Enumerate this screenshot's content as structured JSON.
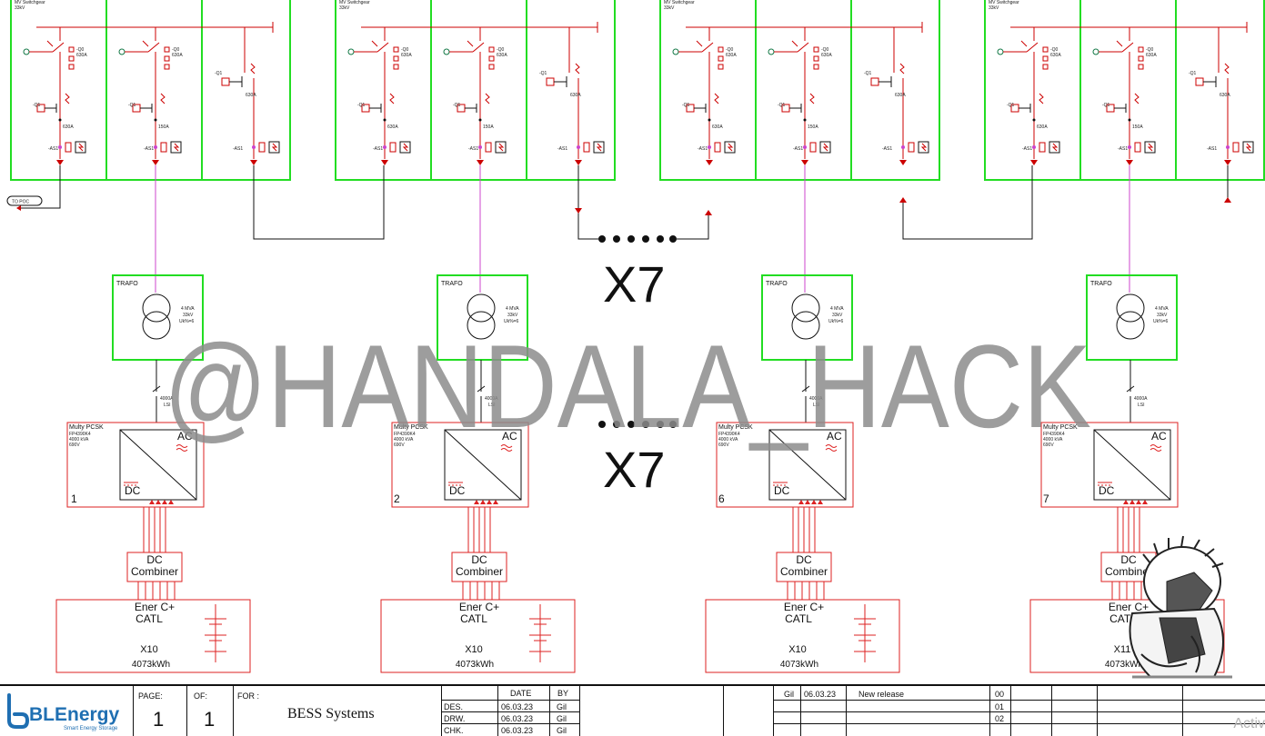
{
  "switchgear": {
    "label": "MV Switchgear",
    "voltage": "33kV",
    "breaker_tag": "-Q0",
    "breaker_rating": "630A",
    "disconnector_tag": "-Q1",
    "feeder_rating_main": "630A",
    "feeder_rating_trafo": "150A",
    "surge_tag": "-AS1"
  },
  "poc_label": "TO POC",
  "trafo": {
    "label": "TRAFO",
    "rating": "4 MVA",
    "voltage": "33kV",
    "uk": "Uk%=6"
  },
  "lv_breaker": {
    "rating": "4000A",
    "protection": "LSI"
  },
  "pcsk": {
    "title": "Multy PCSK",
    "model": "FP4390K4",
    "power": "4000 kVA",
    "voltage": "690V",
    "ac": "AC",
    "dc": "DC"
  },
  "dc_combiner": {
    "line1": "DC",
    "line2": "Combiner"
  },
  "battery": {
    "line1": "Ener C+",
    "line2": "CATL",
    "capacity": "4073kWh"
  },
  "units": [
    {
      "number": "1",
      "multiplier": "X10"
    },
    {
      "number": "2",
      "multiplier": "X10"
    },
    {
      "number": "6",
      "multiplier": "X10"
    },
    {
      "number": "7",
      "multiplier": "X11"
    }
  ],
  "repeat_marker": "X7",
  "watermark": "@HANDALA_HACK",
  "title_block": {
    "logo": "BLEnergy",
    "logo_tagline": "Smart Energy Storage",
    "page_label": "PAGE:",
    "page_value": "1",
    "of_label": "OF:",
    "of_value": "1",
    "for_label": "FOR :",
    "project": "BESS Systems",
    "date_header": "DATE",
    "by_header": "BY",
    "rows": [
      {
        "role": "DES.",
        "date": "06.03.23",
        "by": "Gil"
      },
      {
        "role": "DRW.",
        "date": "06.03.23",
        "by": "Gil"
      },
      {
        "role": "CHK.",
        "date": "06.03.23",
        "by": "Gil"
      }
    ],
    "revision": {
      "by": "Gil",
      "date": "06.03.23",
      "description": "New release"
    },
    "revision_numbers": [
      "00",
      "01",
      "02"
    ]
  },
  "activation_text": "Activ",
  "colors": {
    "switchgear_frame": "#22dd22",
    "electrical": "#cc0000",
    "link_magenta": "#cc44cc",
    "pcs_red": "#dd2222",
    "watermark_gray": "#8c8c8c",
    "logo_blue": "#1f6fb2"
  }
}
